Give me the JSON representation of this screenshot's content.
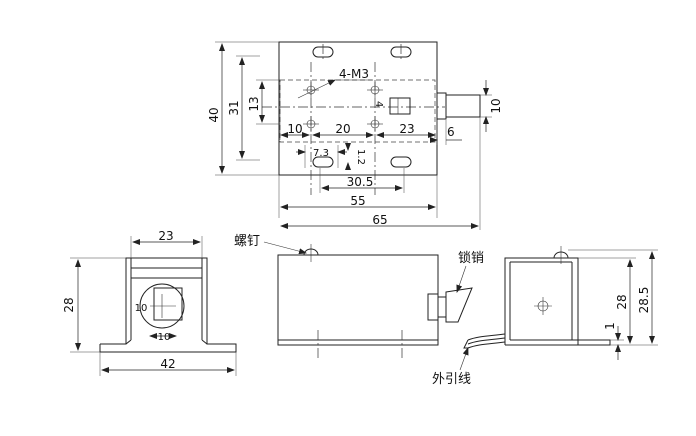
{
  "top_view": {
    "dims": {
      "d40": "40",
      "d31": "31",
      "d13": "13",
      "d10_left": "10",
      "d20": "20",
      "d23": "23",
      "d6": "6",
      "d10_right": "10",
      "thread": "4-M3",
      "d4": "4",
      "d7_3": "7.3",
      "d1_2": "1.2",
      "d30_5": "30.5",
      "d55": "55",
      "d65": "65"
    }
  },
  "end_view": {
    "dims": {
      "d23": "23",
      "d28": "28",
      "d42": "42",
      "d10": "10",
      "d10b": "10"
    }
  },
  "side_view": {
    "labels": {
      "screw": "螺钉",
      "latch": "锁销",
      "leads": "外引线"
    }
  },
  "right_view": {
    "dims": {
      "d28": "28",
      "d28_5": "28.5",
      "d1": "1"
    }
  }
}
